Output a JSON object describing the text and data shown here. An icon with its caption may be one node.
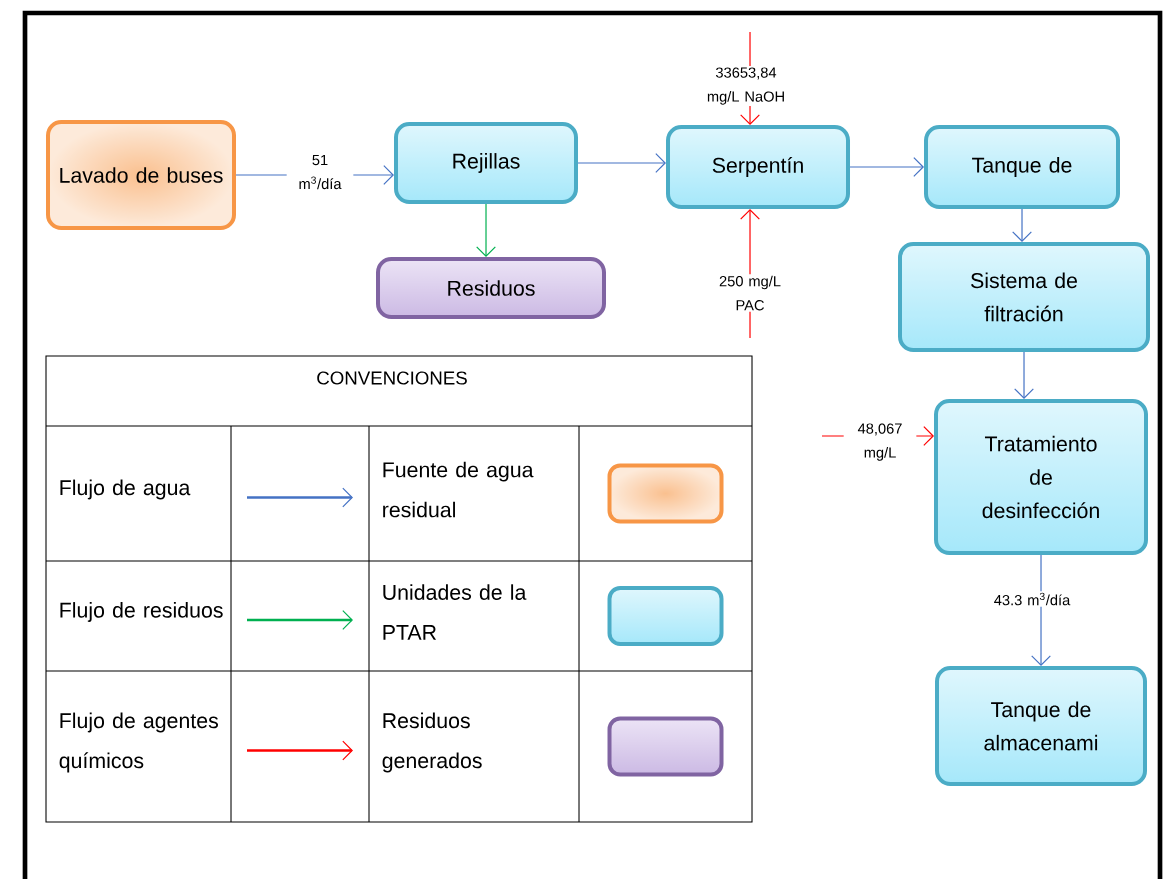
{
  "diagram": {
    "nodes": [
      {
        "text": [
          "Lavado de buses"
        ]
      },
      {
        "text": [
          "Rejillas"
        ]
      },
      {
        "text": [
          "Residuos"
        ]
      },
      {
        "text": [
          "Serpentín"
        ]
      },
      {
        "text": [
          "Tanque de"
        ]
      },
      {
        "text": [
          "Sistema de filtración"
        ]
      },
      {
        "text": [
          "Tratamiento de desinfección"
        ]
      },
      {
        "text": [
          "Tanque de almacenami"
        ]
      }
    ],
    "edges": [
      {
        "from": 0,
        "to": 1,
        "arrow": "to",
        "label": "51 m$^{3}$/día"
      },
      {
        "from": 1,
        "to": 2,
        "arrow": "to",
        "color": "#00b050"
      },
      {
        "from": 1,
        "to": 3,
        "arrow": "to"
      },
      {
        "from": null,
        "to": 3,
        "arrow": "to",
        "color": "#ff0000",
        "label": "33653,84 mg/L NaOH"
      },
      {
        "from": null,
        "to": 3,
        "arrow": "to",
        "color": "#ff0000",
        "label": "250 mg/L PAC"
      },
      {
        "from": 3,
        "to": 4,
        "arrow": "to"
      },
      {
        "from": 4,
        "to": 5,
        "arrow": "to"
      },
      {
        "from": 5,
        "to": 6,
        "arrow": "to"
      },
      {
        "from": null,
        "to": 6,
        "arrow": "to",
        "color": "#ff0000",
        "label": "48,067 mg/L"
      },
      {
        "from": 6,
        "to": 7,
        "arrow": "to",
        "label": "43.3 m$^{3}$/día"
      }
    ],
    "labels": [
      "CONVENCIONES"
    ],
    "legend": [
      {
        "text": "Flujo de agua"
      },
      {
        "text": "Fuente de agua residual"
      },
      {
        "text": "Flujo de residuos"
      },
      {
        "text": "Unidades de la PTAR"
      },
      {
        "text": "Flujo de agentes químicos"
      },
      {
        "text": "Residuos generados"
      }
    ]
  }
}
